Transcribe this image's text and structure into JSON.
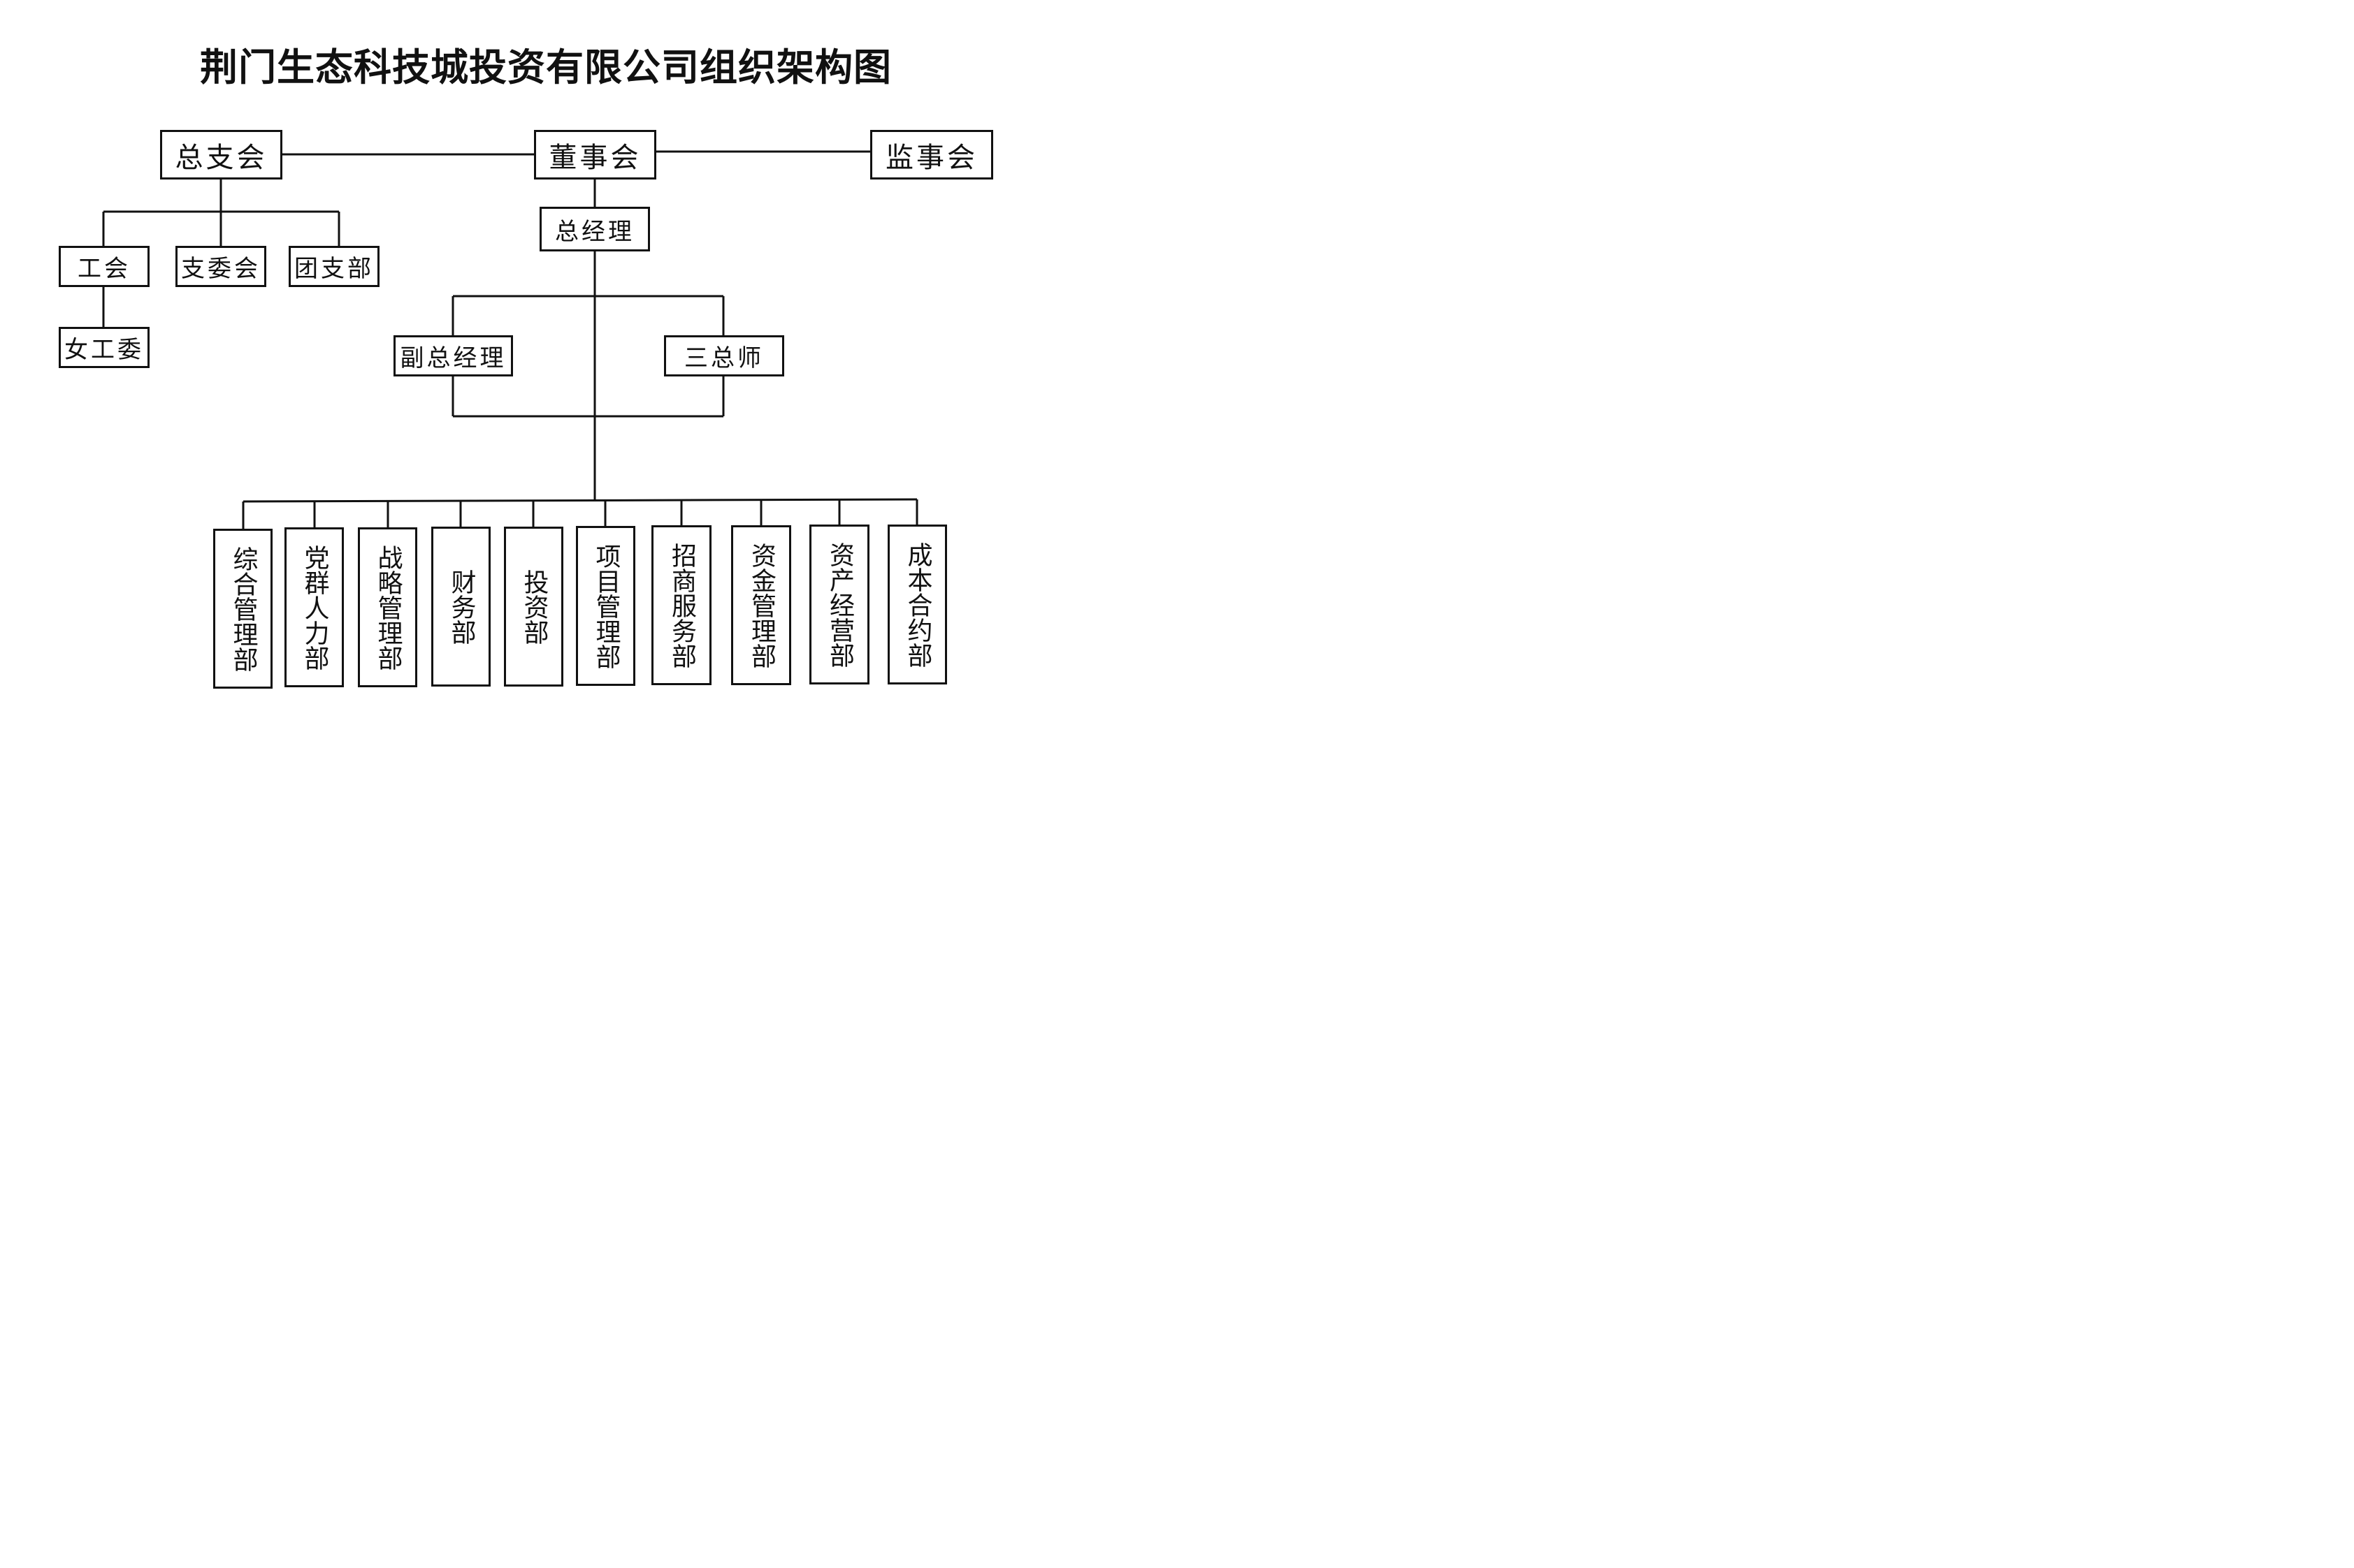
{
  "title": "荆门生态科技城投资有限公司组织架构图",
  "nodes": {
    "party_branch": "总支会",
    "board": "董事会",
    "supervisors": "监事会",
    "general_manager": "总经理",
    "union": "工会",
    "branch_committee": "支委会",
    "youth_branch": "团支部",
    "women_committee": "女工委",
    "deputy_gm": "副总经理",
    "three_chiefs": "三总师"
  },
  "departments": [
    "综合管理部",
    "党群人力部",
    "战略管理部",
    "财务部",
    "投资部",
    "项目管理部",
    "招商服务部",
    "资金管理部",
    "资产经营部",
    "成本合约部"
  ]
}
